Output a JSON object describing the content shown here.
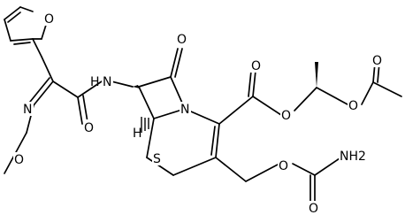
{
  "molecule": {
    "labels": {
      "furan_o": "O",
      "ketone_o": "O",
      "nh": "N",
      "nh_h": "H",
      "amide_o": "O",
      "oxime_n": "N",
      "oxime_o": "O",
      "ring_n": "N",
      "h_stereo": "H",
      "sulfur": "S",
      "ester_carbonyl_o": "O",
      "ester_o": "O",
      "acetyl_o_link": "O",
      "acetyl_carbonyl_o": "O",
      "carbamate_o": "O",
      "carbamate_carbonyl_o": "O",
      "nh2": "NH2"
    }
  }
}
